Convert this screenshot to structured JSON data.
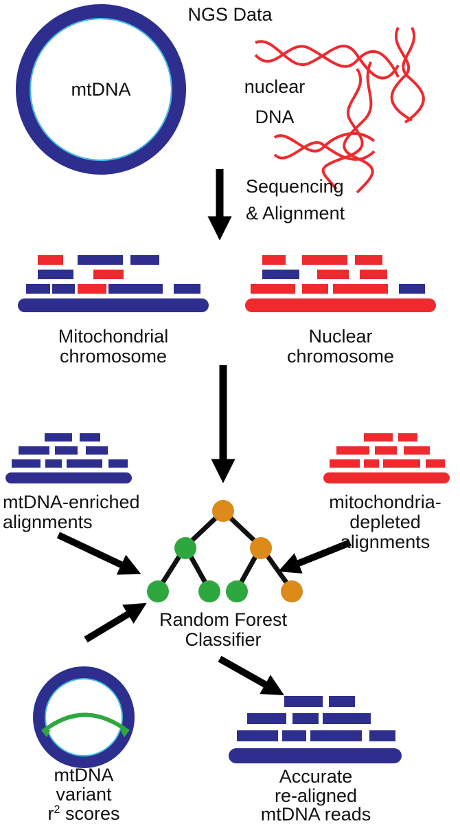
{
  "colors": {
    "blue": "#2e2e8e",
    "red": "#ee2a2e",
    "cyan": "#3ebce8",
    "green": "#2ea83e",
    "orange": "#dc8a1a",
    "arrow": "#000000"
  },
  "labels": {
    "ngs_data": "NGS Data",
    "mtdna_circle": "mtDNA",
    "nuclear_dna_line1": "nuclear",
    "nuclear_dna_line2": "DNA",
    "sequencing_line1": "Sequencing",
    "sequencing_line2": "& Alignment",
    "mito_chrom_line1": "Mitochondrial",
    "mito_chrom_line2": "chromosome",
    "nuc_chrom_line1": "Nuclear",
    "nuc_chrom_line2": "chromosome",
    "enriched_line1": "mtDNA-enriched",
    "enriched_line2": "alignments",
    "depleted_line1": "mitochondria-",
    "depleted_line2": "depleted",
    "depleted_line3": "alignments",
    "classifier_line1": "Random Forest",
    "classifier_line2": "Classifier",
    "variant_line1": "mtDNA",
    "variant_line2": "variant",
    "variant_line3_prefix": "r",
    "variant_line3_sup": "2",
    "variant_line3_suffix": " scores",
    "accurate_line1": "Accurate",
    "accurate_line2": "re-aligned",
    "accurate_line3": "mtDNA reads"
  },
  "tree": {
    "root": "orange",
    "left_child": "green",
    "right_child": "orange",
    "leaves": [
      "green",
      "green",
      "green",
      "orange"
    ]
  }
}
